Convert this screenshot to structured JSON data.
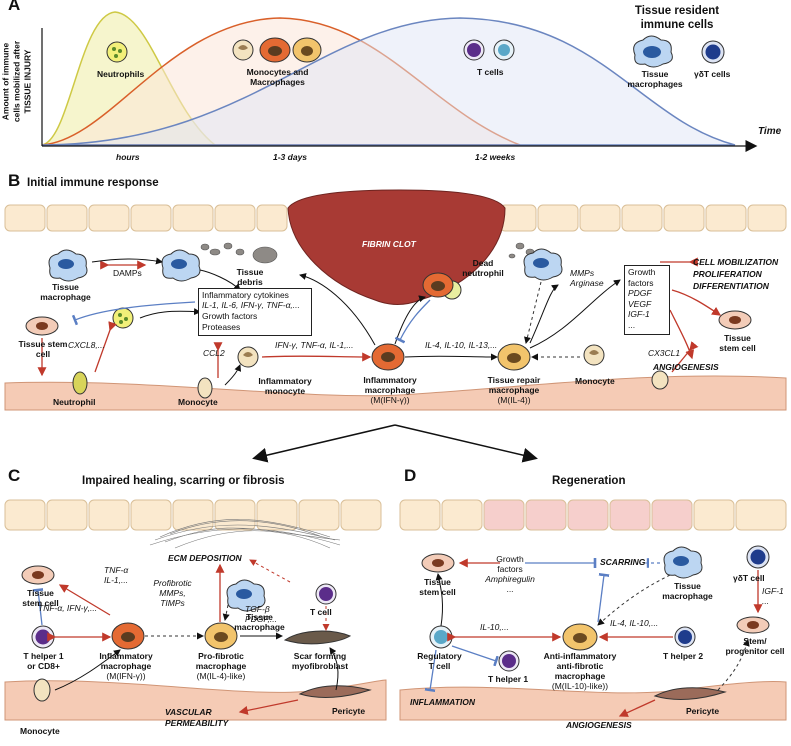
{
  "panels": {
    "a": {
      "letter": "A",
      "y_axis_label": [
        "Amount of immune",
        "cells mobilized after",
        "TISSUE INJURY"
      ],
      "x_axis_label": "Time",
      "time_ticks": [
        "hours",
        "1-3 days",
        "1-2 weeks"
      ],
      "curves": [
        "Neutrophils",
        "Monocytes and Macrophages",
        "T cells"
      ],
      "resident_title": [
        "Tissue resident",
        "immune cells"
      ],
      "resident_cells": [
        "Tissue macrophages",
        "γδT cells"
      ]
    },
    "b": {
      "letter": "B",
      "title": "Initial immune response",
      "fibrin_clot": "FIBRIN CLOT",
      "tissue_debris": "Tissue debris",
      "dead_neutrophil": "Dead neutrophil",
      "tissue_macrophage": "Tissue macrophage",
      "damps": "DAMPs",
      "cytokine_box": {
        "line1": "Inflammatory cytokines",
        "line2": "IL-1, IL-6, IFN-γ, TNF-α,...",
        "line3": "Growth factors",
        "line4": "Proteases"
      },
      "tissue_stem_cell": "Tissue stem cell",
      "cxcl8": "CXCL8,...",
      "ccl2": "CCL2",
      "neutrophil": "Neutrophil",
      "monocyte": "Monocyte",
      "inflammatory_monocyte": "Inflammatory monocyte",
      "ifn_signals": "IFN-γ, TNF-α, IL-1,...",
      "inflammatory_macrophage": [
        "Inflammatory",
        "macrophage",
        "(M(IFN-γ))"
      ],
      "il4_signals": "IL-4, IL-10, IL-13,...",
      "mmps": [
        "MMPs",
        "Arginase"
      ],
      "growth_box": [
        "Growth",
        "factors",
        "PDGF",
        "VEGF",
        "IGF-1",
        "..."
      ],
      "outcomes": [
        "CELL MOBILIZATION",
        "PROLIFERATION",
        "DIFFERENTIATION"
      ],
      "tissue_stem_cell_right": "Tissue stem cell",
      "angiogenesis": "ANGIOGENESIS",
      "cx3cl1": "CX3CL1",
      "tissue_repair_macrophage": [
        "Tissue repair",
        "macrophage",
        "(M(IL-4))"
      ],
      "monocyte_right": "Monocyte"
    },
    "c": {
      "letter": "C",
      "title": "Impaired healing, scarring or fibrosis",
      "ecm_deposition": "ECM DEPOSITION",
      "tissue_stem_cell": "Tissue stem cell",
      "tnf_il1": [
        "TNF-α",
        "IL-1,..."
      ],
      "profibrotic": [
        "Profibrotic",
        "MMPs,",
        "TIMPs"
      ],
      "tissue_macrophage": "Tissue macrophage",
      "t_cell": "T cell",
      "tnf_ifn": "TNF-α, IFN-γ,...",
      "tgf": [
        "TGF-β",
        "PDGF,..."
      ],
      "t_helper": [
        "T helper 1",
        "or CD8+"
      ],
      "inflammatory_macrophage": [
        "Inflammatory",
        "macrophage",
        "(M(IFN-γ))"
      ],
      "pro_fibrotic_macrophage": [
        "Pro-fibrotic",
        "macrophage",
        "(M(IL-4)-like)"
      ],
      "myofibroblast": [
        "Scar forming",
        "myofibroblast"
      ],
      "vascular_permeability": [
        "VASCULAR",
        "PERMEABILITY"
      ],
      "pericyte": "Pericyte",
      "monocyte": "Monocyte"
    },
    "d": {
      "letter": "D",
      "title": "Regeneration",
      "growth_factors": [
        "Growth",
        "factors",
        "Amphiregulin",
        "..."
      ],
      "scarring": "SCARRING",
      "tissue_stem_cell": "Tissue stem cell",
      "tissue_macrophage": "Tissue macrophage",
      "gd_t_cell": "γδT cell",
      "igf": [
        "IGF-1",
        "..."
      ],
      "il10": "IL-10,...",
      "il4_il10": "IL-4, IL-10,...",
      "regulatory_t_cell": [
        "Regulatory",
        "T cell"
      ],
      "anti_macrophage": [
        "Anti-inflammatory",
        "anti-fibrotic",
        "macrophage",
        "(M(IL-10)-like))"
      ],
      "t_helper_2": "T helper 2",
      "stem_progenitor": [
        "Stem/",
        "progenitor cell"
      ],
      "t_helper_1": "T helper 1",
      "inflammation": "INFLAMMATION",
      "pericyte": "Pericyte",
      "angiogenesis": "ANGIOGENESIS"
    }
  },
  "colors": {
    "neutrophil_curve": "#c9c431",
    "macrophage_curve": "#d9602a",
    "tcell_curve": "#6b86c0",
    "inhibit_arrow": "#5b7fc4",
    "activate_arrow": "#c0392b",
    "epithelium": "#fbead0",
    "fibrin": "#a83a34"
  }
}
